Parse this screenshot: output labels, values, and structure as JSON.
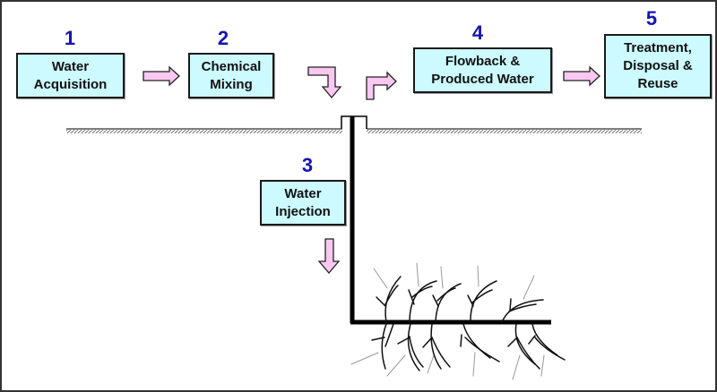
{
  "diagram": {
    "title": "Hydraulic fracturing water cycle",
    "colors": {
      "box_fill": "#ccfaff",
      "step_number": "#1515b0",
      "arrow_fill": "#f8c8f0",
      "line": "#000000"
    },
    "steps": [
      {
        "number": "1",
        "label": "Water\nAcquisition"
      },
      {
        "number": "2",
        "label": "Chemical\nMixing"
      },
      {
        "number": "3",
        "label": "Water\nInjection"
      },
      {
        "number": "4",
        "label": "Flowback &\nProduced Water"
      },
      {
        "number": "5",
        "label": "Treatment,\nDisposal &\nReuse"
      }
    ],
    "arrows": [
      {
        "from": "1",
        "to": "2",
        "direction": "right"
      },
      {
        "from": "2",
        "to": "well",
        "direction": "right-then-down"
      },
      {
        "from": "well",
        "to": "4",
        "direction": "up-then-right"
      },
      {
        "from": "4",
        "to": "5",
        "direction": "right"
      },
      {
        "from": "3",
        "to": "fractures",
        "direction": "down"
      }
    ],
    "elements": [
      "ground-surface",
      "wellhead",
      "vertical-wellbore",
      "horizontal-wellbore",
      "fractures"
    ]
  }
}
